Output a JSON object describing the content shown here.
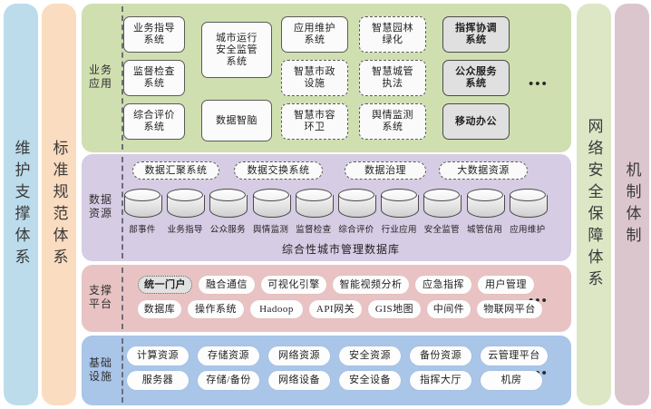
{
  "title": "城市管理总体架构图",
  "pillars": {
    "left": [
      {
        "label": "维护支撑体系",
        "color": "#bcdceb"
      },
      {
        "label": "标准规范体系",
        "color": "#fadcc0"
      }
    ],
    "right": [
      {
        "label": "网络安全保障体系",
        "color": "#dde7c6"
      },
      {
        "label": "机制体制",
        "color": "#dcc6cd"
      }
    ]
  },
  "layers": [
    {
      "key": "business",
      "label": "业务应用",
      "color": "#cfdfb0",
      "ellipsis": "•••",
      "columns": [
        {
          "items": [
            {
              "text": "业务指导\n系统",
              "style": "solid"
            },
            {
              "text": "监督检查\n系统",
              "style": "solid"
            },
            {
              "text": "综合评价\n系统",
              "style": "solid"
            }
          ]
        },
        {
          "items": [
            {
              "text": "城市运行\n安全监管\n系统",
              "style": "solid"
            },
            {
              "text": "数据智脑",
              "style": "solid"
            }
          ]
        },
        {
          "items": [
            {
              "text": "应用维护\n系统",
              "style": "solid"
            },
            {
              "text": "智慧市政\n设施",
              "style": "dashed"
            },
            {
              "text": "智慧市容\n环卫",
              "style": "dashed"
            }
          ]
        },
        {
          "items": [
            {
              "text": "智慧园林\n绿化",
              "style": "dashed"
            },
            {
              "text": "智慧城管\n执法",
              "style": "dashed"
            },
            {
              "text": "舆情监测\n系统",
              "style": "dashed"
            }
          ]
        },
        {
          "items": [
            {
              "text": "指挥协调\n系统",
              "style": "shade"
            },
            {
              "text": "公众服务\n系统",
              "style": "shade"
            },
            {
              "text": "移动办公",
              "style": "shade"
            }
          ]
        }
      ]
    },
    {
      "key": "data",
      "label": "数据资源",
      "color": "#d6cce4",
      "ellipsis": "•••",
      "top_chips": [
        {
          "text": "数据汇聚系统",
          "style": "dashed"
        },
        {
          "text": "数据交换系统",
          "style": "dashed"
        },
        {
          "text": "数据治理",
          "style": "dashed"
        },
        {
          "text": "大数据资源",
          "style": "dashed"
        }
      ],
      "databases": [
        "部事件",
        "业务指导",
        "公众服务",
        "舆情监测",
        "监督检查",
        "综合评价",
        "行业应用",
        "安全监管",
        "城管信用",
        "应用维护"
      ],
      "caption": "综合性城市管理数据库"
    },
    {
      "key": "platform",
      "label": "支撑平台",
      "color": "#e9c3c3",
      "ellipsis": "•••",
      "rows": [
        [
          {
            "text": "统一门户",
            "style": "dotted"
          },
          {
            "text": "融合通信",
            "style": "plain"
          },
          {
            "text": "可视化引擎",
            "style": "plain"
          },
          {
            "text": "智能视频分析",
            "style": "plain"
          },
          {
            "text": "应急指挥",
            "style": "plain"
          },
          {
            "text": "用户管理",
            "style": "plain"
          }
        ],
        [
          {
            "text": "数据库",
            "style": "plain"
          },
          {
            "text": "操作系统",
            "style": "plain"
          },
          {
            "text": "Hadoop",
            "style": "plain"
          },
          {
            "text": "API网关",
            "style": "plain"
          },
          {
            "text": "GIS地图",
            "style": "plain"
          },
          {
            "text": "中间件",
            "style": "plain"
          },
          {
            "text": "物联网平台",
            "style": "plain"
          }
        ]
      ]
    },
    {
      "key": "infrastructure",
      "label": "基础设施",
      "color": "#a9c5e8",
      "ellipsis": "•••",
      "rows": [
        [
          {
            "text": "计算资源",
            "style": "plain"
          },
          {
            "text": "存储资源",
            "style": "plain"
          },
          {
            "text": "网络资源",
            "style": "plain"
          },
          {
            "text": "安全资源",
            "style": "plain"
          },
          {
            "text": "备份资源",
            "style": "plain"
          },
          {
            "text": "云管理平台",
            "style": "plain"
          }
        ],
        [
          {
            "text": "服务器",
            "style": "plain"
          },
          {
            "text": "存储/备份",
            "style": "plain"
          },
          {
            "text": "网络设备",
            "style": "plain"
          },
          {
            "text": "安全设备",
            "style": "plain"
          },
          {
            "text": "指挥大厅",
            "style": "plain"
          },
          {
            "text": "机房",
            "style": "plain"
          }
        ]
      ]
    }
  ]
}
